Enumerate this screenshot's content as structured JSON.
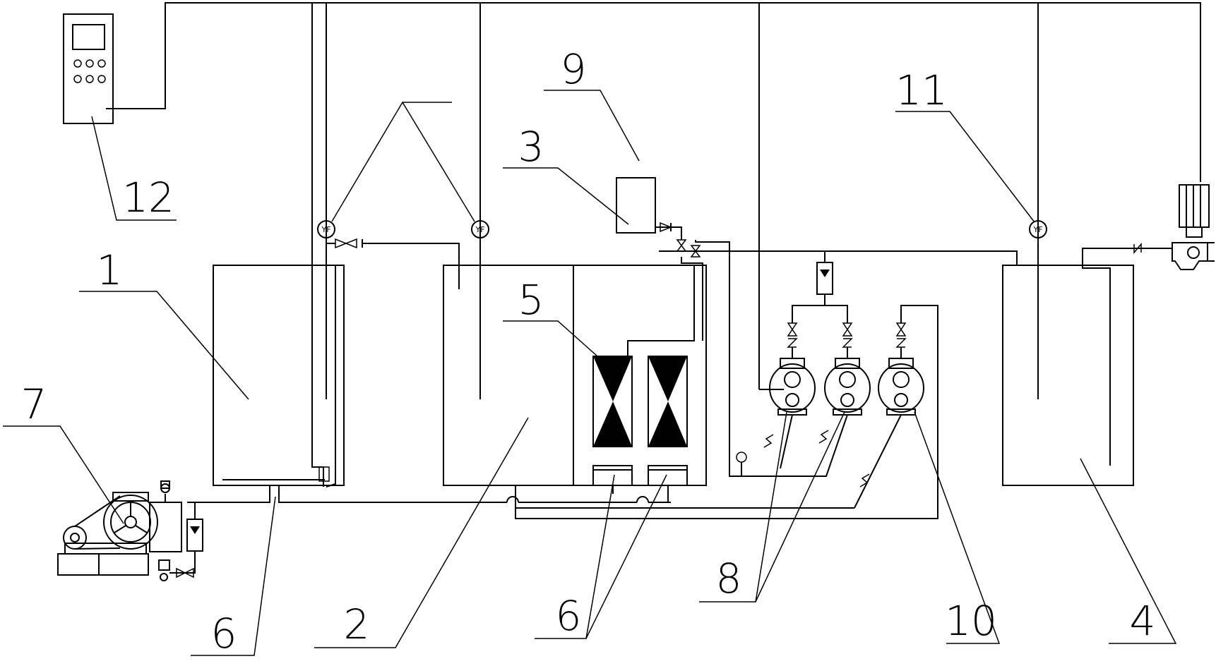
{
  "labels": {
    "c1": "1",
    "c2": "2",
    "c3": "3",
    "c4": "4",
    "c5": "5",
    "c6a": "6",
    "c6b": "6",
    "c7": "7",
    "c8": "8",
    "c9": "9",
    "c10": "10",
    "c11": "11",
    "c12": "12"
  },
  "sensor_tag": "YF"
}
